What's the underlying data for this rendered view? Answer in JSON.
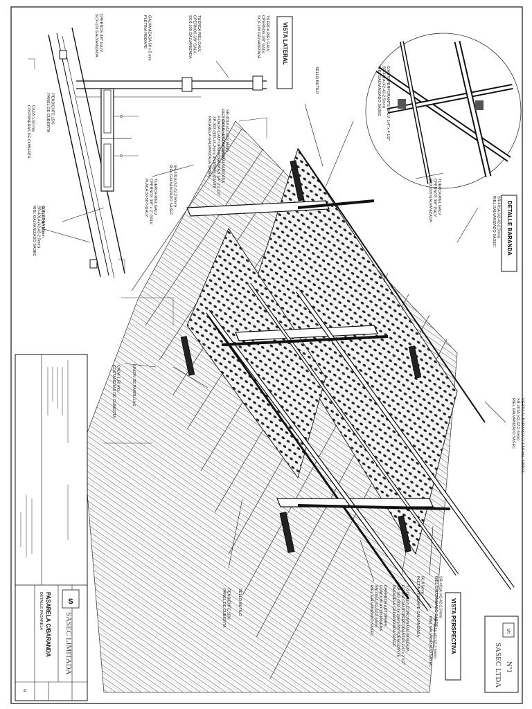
{
  "sheet": {
    "number": "Nº1",
    "brand": "SASEC LTDA"
  },
  "views": {
    "lateral_title": "VISTA LATERAL",
    "detail_title": "DETALLE BARANDA",
    "perspective_title": "VISTA PERSPECTIVA"
  },
  "lateral_labels": {
    "scx109_top": [
      "SCX-109 GALVANIZADA",
      "CPERNOS 3/8\" GALV.",
      "TUERCA RIEL GALV."
    ],
    "pletina_rodape": [
      "PLETINA RODAPE",
      "GALVANIZADA 50 x 5 mm"
    ],
    "scx109_mid": [
      "SCX-109 GALVANIZADA",
      "CPERNOS 3/8\" GALV.",
      "TUERCA RIEL GALV."
    ],
    "scx101": [
      "SCX-101 GALVANIZADA",
      "CPERNOS 3/8\" GALV."
    ],
    "panel_cubierta": [
      "PANEL DE CUBIERTA",
      "PENDIENTE 15%"
    ],
    "costaneras": [
      "COSTANERAS DE CUBIERTA",
      "CADA 1.50 mts."
    ],
    "sello_butilo_top": "SELLO BUTILO",
    "riel_sr401a": [
      "RIEL GALVANIZADO SASEC",
      "SR-401A (42-42-2.5mm)"
    ],
    "pasarela": [
      "PASARELA GALVANIZADA SASEC",
      "SP-303 (300-45-2mm) ANTIDESLIZANTE",
      "FIJADA C/AUTOPERFORANTES 1/4\" x 2 1/2\"",
      "Y GOLILLA CONCAVA GALVANIZADA"
    ],
    "riel_sr401a_b": [
      "RIEL GALVANIZADO SASEC",
      "SR-401A (42-42-2.5mm)"
    ],
    "placa": [
      "PLACA 50-50-5 GALV.",
      "CPERNOS 3/8\" x 2\" GALV.",
      "TUERCA RIEL GALV."
    ],
    "sello_butilo_bottom": "SELLO BUTILO",
    "riel_bottom": [
      "RIEL GALVANIZADO SASEC",
      "SR-401A (42-42-2.5mm)",
      "O PLETINA 50mm"
    ]
  },
  "detail_labels": {
    "riel_autoperf": [
      "RIEL GALVANIZADO SASEC",
      "SR-401A (42-42-2.5mm)",
      "C/AUTOPERFORANTE GALV. 1/4\" x 4 1/2\""
    ],
    "scx109": [
      "SCX-109 GALVANIZADA",
      "CPERNOS 3/8\" GALV.",
      "TUERCA RIEL GALV."
    ],
    "riel_right": [
      "RIEL GALVANIZADO SASEC",
      "SR-401A (42-42-2.5mm)"
    ]
  },
  "perspective_labels": {
    "riel_vertical": [
      "RIEL GALVANIZADO SASEC",
      "SR-401A (42-42-2.5mm)",
      "VERTICAL BARANDA C/ 1.50 mts. APROX."
    ],
    "union_parrillas": "UNION DE PARRILLAS",
    "costaneras": [
      "COSTANERAS DE CUBIERTA",
      "CADA 1.50 mts."
    ],
    "riel_top": [
      "RIEL GALVANIZADO SASEC",
      "SR-401A (42-42-2.5mm)"
    ],
    "pletina_rodape": [
      "PLETINA RODAPE GALVANIZADA",
      "50 X 5mm"
    ],
    "riel_mid": [
      "RIEL GALVANIZADO SASEC",
      "SR-401A (42-42-2.5mm)"
    ],
    "pasarela": [
      "PASARELA GALVANIZADA SASEC",
      "SP-303 (300-45-2mm) ANTIDESLIZANTE",
      "FIJADA C/AUTOPERFORANTES 1/4\" x 2 1/2\"",
      "Y GOLILLA CONCAVA GALVANIZADA"
    ],
    "riel_fijacion": [
      "RIEL GALVANIZADO SASEC",
      "SR-401A (42-42-2.5mm)",
      "FIJACION A COSTANERA",
      "CPERNOS AUTOPERF."
    ],
    "sello_butilo": "SELLO BUTILO",
    "panel": [
      "PANEL DE CUBIERTA",
      "PENDIENTE 15%"
    ]
  },
  "title_block": {
    "company": "SASEC LIMITADA",
    "drawing_title": "PASARELA C/BARANDA",
    "drawing_subtitle": "DETALLE PASARELA",
    "sheet_letter": "N"
  }
}
